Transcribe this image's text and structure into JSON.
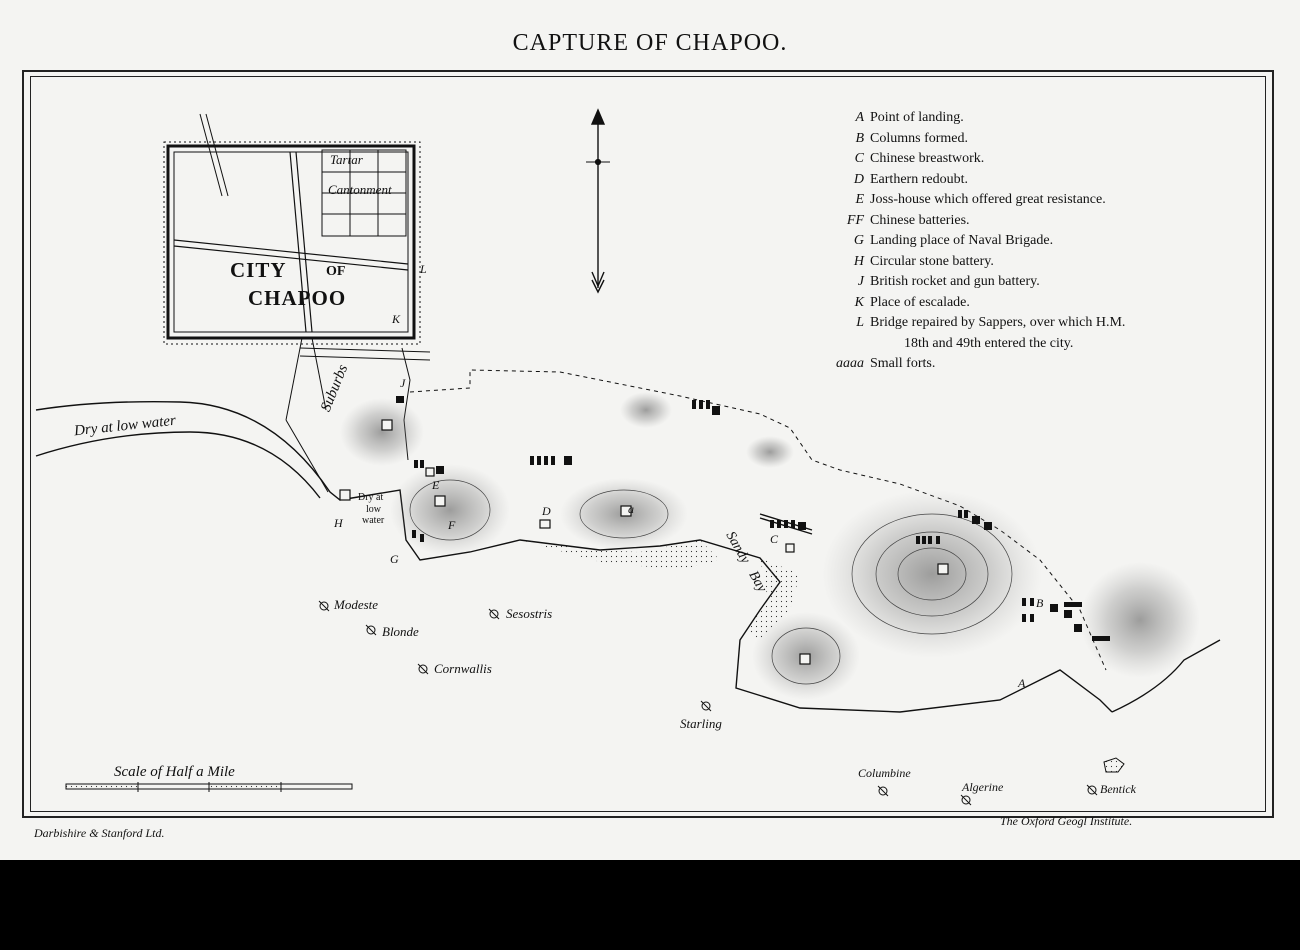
{
  "title": "CAPTURE OF CHAPOO.",
  "city": {
    "line1": "CITY",
    "of": "OF",
    "line2": "CHAPOO",
    "tartar_1": "Tartar",
    "tartar_2": "Cantonment",
    "suburbs": "Suburbs"
  },
  "places": {
    "dry_at_low_water": "Dry at low water",
    "dry_small_1": "Dry at",
    "dry_small_2": "low",
    "dry_small_3": "water",
    "sandy_1": "Sandy",
    "sandy_2": "Bay"
  },
  "ships": {
    "modeste": "Modeste",
    "blonde": "Blonde",
    "sesostris": "Sesostris",
    "cornwallis": "Cornwallis",
    "starling": "Starling",
    "columbine": "Columbine",
    "algerine": "Algerine",
    "bentick": "Bentick"
  },
  "map_letters": {
    "a": "A",
    "b": "B",
    "c": "C",
    "d": "D",
    "e": "E",
    "f": "F",
    "g": "G",
    "h": "H",
    "j": "J",
    "k": "K",
    "l": "L",
    "small_a": "a"
  },
  "legend": [
    {
      "key": "A",
      "text": "Point of landing."
    },
    {
      "key": "B",
      "text": "Columns formed."
    },
    {
      "key": "C",
      "text": "Chinese breastwork."
    },
    {
      "key": "D",
      "text": "Earthern redoubt."
    },
    {
      "key": "E",
      "text": "Joss-house which offered great resistance."
    },
    {
      "key": "FF",
      "text": "Chinese batteries."
    },
    {
      "key": "G",
      "text": "Landing place of Naval Brigade."
    },
    {
      "key": "H",
      "text": "Circular stone battery."
    },
    {
      "key": "J",
      "text": "British rocket and gun battery."
    },
    {
      "key": "K",
      "text": "Place of escalade."
    },
    {
      "key": "L",
      "text": "Bridge repaired by Sappers, over which H.M."
    },
    {
      "key": "",
      "text": "18th and 49th entered the city."
    },
    {
      "key": "aaaa",
      "text": "Small forts."
    }
  ],
  "scale_label": "Scale of Half a Mile",
  "credit_left": "Darbishire & Stanford Ltd.",
  "credit_right": "The Oxford Geogl Institute.",
  "icons": [
    "north-arrow-icon",
    "ship-icon",
    "fort-icon",
    "battery-icon"
  ],
  "colors": {
    "paper": "#f4f4f2",
    "ink": "#111111",
    "border": "#000000"
  }
}
